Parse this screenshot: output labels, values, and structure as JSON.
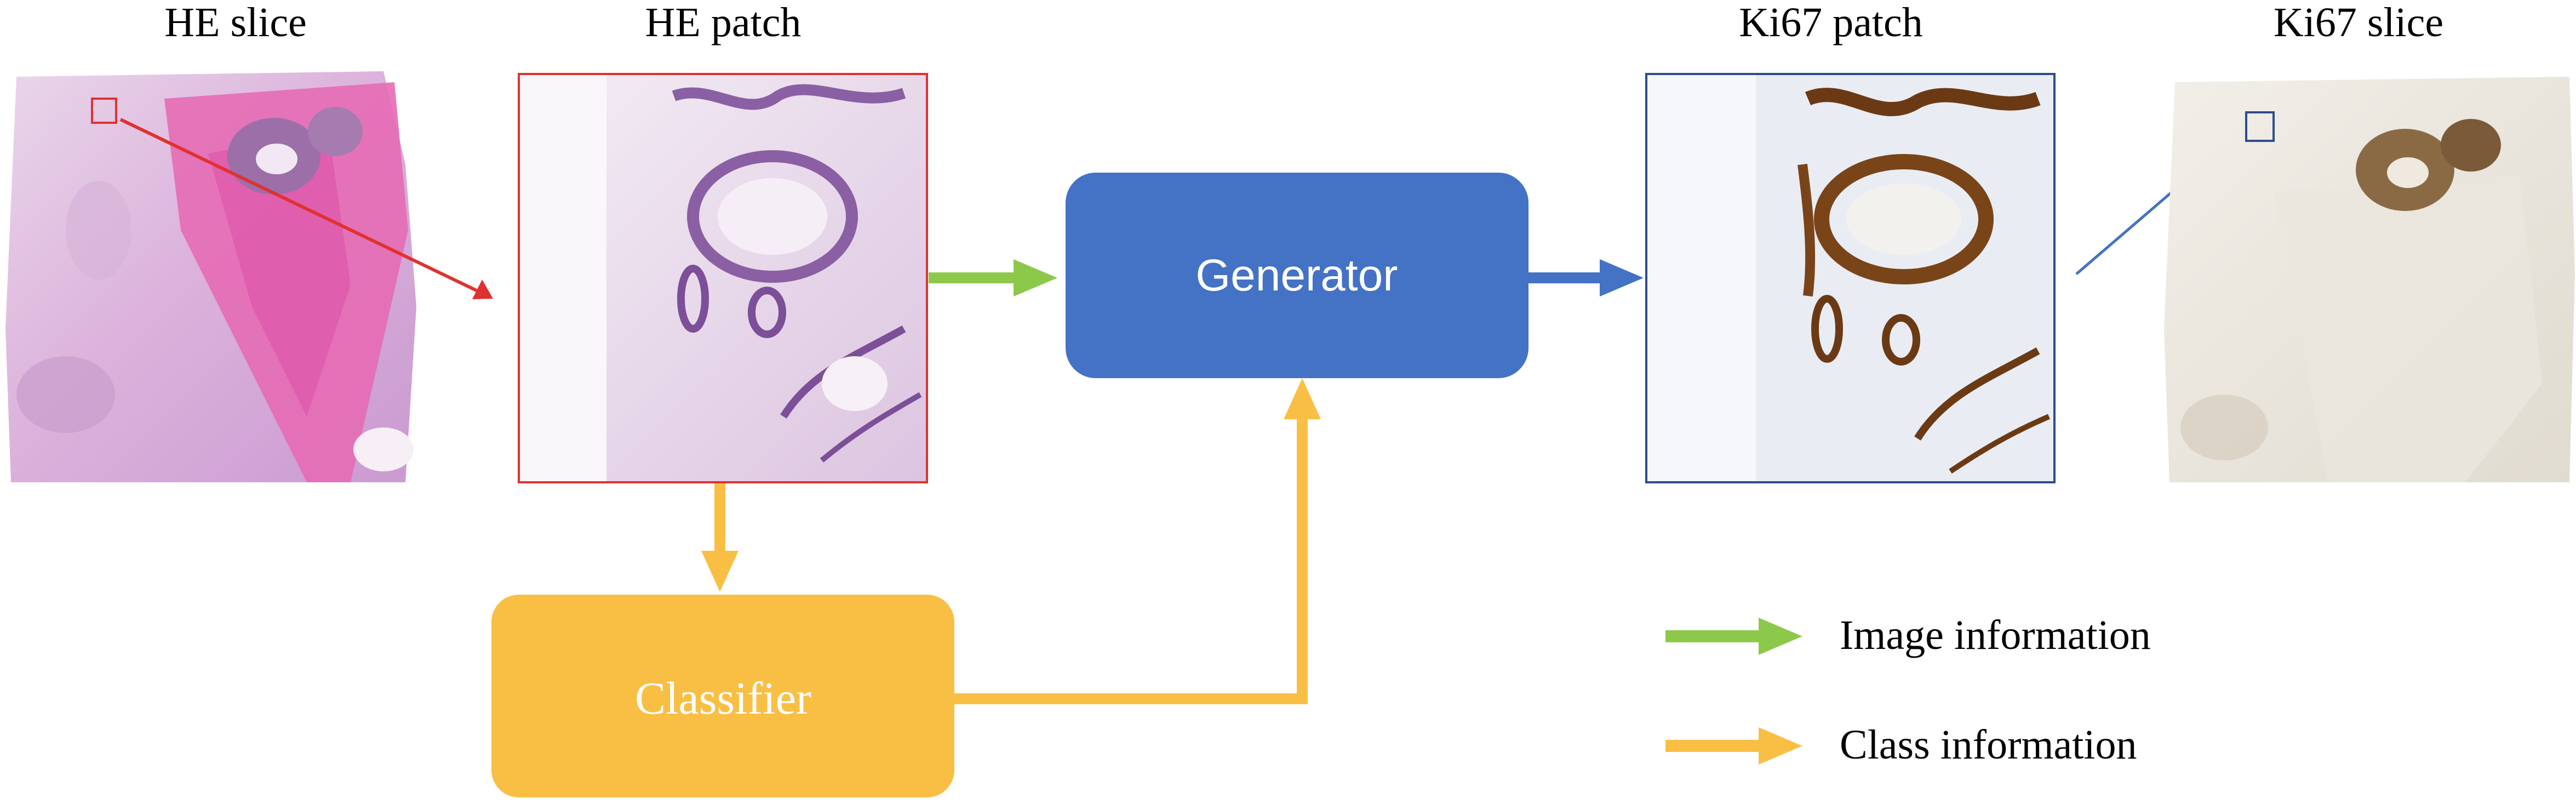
{
  "labels": {
    "he_slice": "HE slice",
    "he_patch": "HE patch",
    "ki67_patch": "Ki67 patch",
    "ki67_slice": "Ki67 slice"
  },
  "nodes": {
    "generator": "Generator",
    "classifier": "Classifier"
  },
  "legend": {
    "image_information": "Image information",
    "class_information": "Class information"
  },
  "colors": {
    "generator_box": "#4472c4",
    "classifier_box": "#f9bf45",
    "image_arrow": "#8cc94a",
    "class_arrow": "#f9bf45",
    "he_selection": "#e03131",
    "ki67_selection": "#2f4b8c",
    "ki67_arrow": "#4472c4"
  }
}
